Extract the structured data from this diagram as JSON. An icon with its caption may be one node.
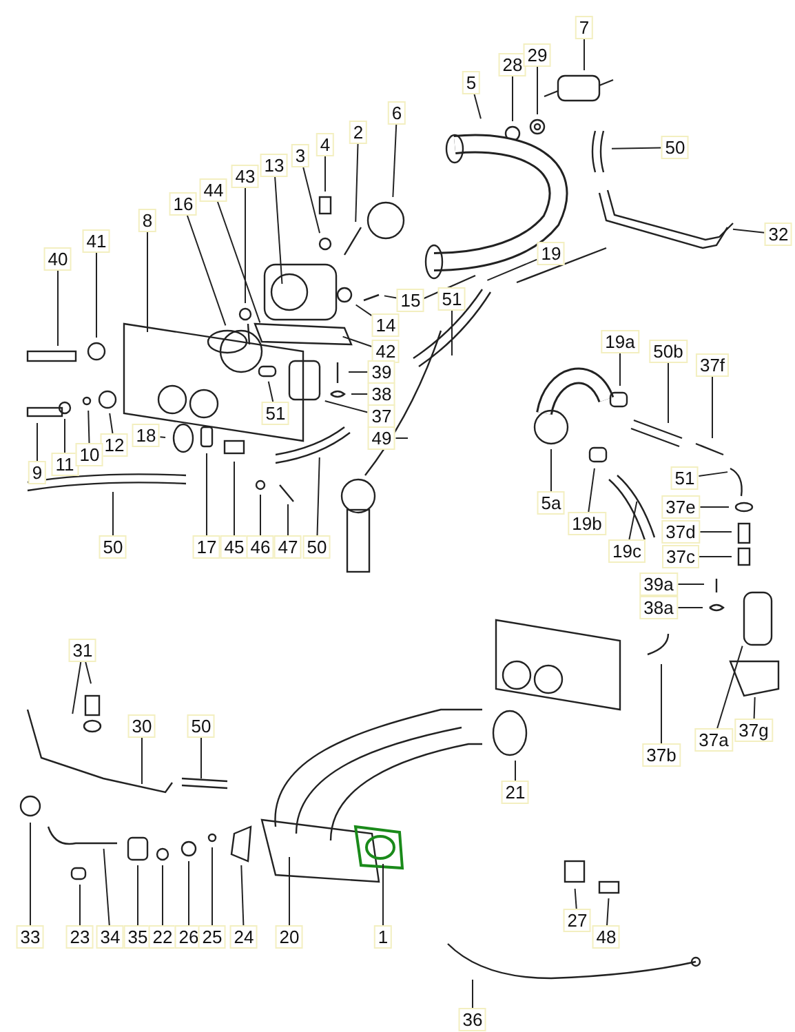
{
  "diagram": {
    "nodes": [
      {
        "text": [
          "7"
        ]
      },
      {
        "text": [
          "28"
        ]
      },
      {
        "text": [
          "29"
        ]
      },
      {
        "text": [
          "5"
        ]
      },
      {
        "text": [
          "6"
        ]
      },
      {
        "text": [
          "2"
        ]
      },
      {
        "text": [
          "50"
        ]
      },
      {
        "text": [
          "4"
        ]
      },
      {
        "text": [
          "3"
        ]
      },
      {
        "text": [
          "13"
        ]
      },
      {
        "text": [
          "43"
        ]
      },
      {
        "text": [
          "44"
        ]
      },
      {
        "text": [
          "16"
        ]
      },
      {
        "text": [
          "8"
        ]
      },
      {
        "text": [
          "32"
        ]
      },
      {
        "text": [
          "41"
        ]
      },
      {
        "text": [
          "40"
        ]
      },
      {
        "text": [
          "19"
        ]
      },
      {
        "text": [
          "14"
        ]
      },
      {
        "text": [
          "15"
        ]
      },
      {
        "text": [
          "51"
        ]
      },
      {
        "text": [
          "42"
        ]
      },
      {
        "text": [
          "39"
        ]
      },
      {
        "text": [
          "38"
        ]
      },
      {
        "text": [
          "37"
        ]
      },
      {
        "text": [
          "51"
        ]
      },
      {
        "text": [
          "12"
        ]
      },
      {
        "text": [
          "9"
        ]
      },
      {
        "text": [
          "11"
        ]
      },
      {
        "text": [
          "10"
        ]
      },
      {
        "text": [
          "18"
        ]
      },
      {
        "text": [
          "49"
        ]
      },
      {
        "text": [
          "19a"
        ]
      },
      {
        "text": [
          "50b"
        ]
      },
      {
        "text": [
          "37f"
        ]
      },
      {
        "text": [
          "51"
        ]
      },
      {
        "text": [
          "5a"
        ]
      },
      {
        "text": [
          "19b"
        ]
      },
      {
        "text": [
          "19c"
        ]
      },
      {
        "text": [
          "37e"
        ]
      },
      {
        "text": [
          "37d"
        ]
      },
      {
        "text": [
          "37c"
        ]
      },
      {
        "text": [
          "39a"
        ]
      },
      {
        "text": [
          "38a"
        ]
      },
      {
        "text": [
          "50"
        ]
      },
      {
        "text": [
          "17"
        ]
      },
      {
        "text": [
          "45"
        ]
      },
      {
        "text": [
          "46"
        ]
      },
      {
        "text": [
          "47"
        ]
      },
      {
        "text": [
          "50"
        ]
      },
      {
        "text": [
          "37a"
        ]
      },
      {
        "text": [
          "37g"
        ]
      },
      {
        "text": [
          "37b"
        ]
      },
      {
        "text": [
          "31"
        ]
      },
      {
        "text": [
          "30"
        ]
      },
      {
        "text": [
          "50"
        ]
      },
      {
        "text": [
          "21"
        ]
      },
      {
        "text": [
          "33"
        ]
      },
      {
        "text": [
          "23"
        ]
      },
      {
        "text": [
          "34"
        ]
      },
      {
        "text": [
          "35"
        ]
      },
      {
        "text": [
          "22"
        ]
      },
      {
        "text": [
          "26"
        ]
      },
      {
        "text": [
          "25"
        ]
      },
      {
        "text": [
          "24"
        ]
      },
      {
        "text": [
          "20"
        ]
      },
      {
        "text": [
          "1"
        ]
      },
      {
        "text": [
          "27"
        ]
      },
      {
        "text": [
          "48"
        ]
      },
      {
        "text": [
          "36"
        ]
      }
    ],
    "edges": [
      {
        "from": 0,
        "to": null,
        "arrow": "none"
      },
      {
        "from": 1,
        "to": null,
        "arrow": "none"
      },
      {
        "from": 2,
        "to": null,
        "arrow": "none"
      },
      {
        "from": 3,
        "to": null,
        "arrow": "none"
      },
      {
        "from": 4,
        "to": null,
        "arrow": "none"
      },
      {
        "from": 5,
        "to": null,
        "arrow": "none"
      },
      {
        "from": 6,
        "to": null,
        "arrow": "none"
      },
      {
        "from": 7,
        "to": null,
        "arrow": "none"
      },
      {
        "from": 8,
        "to": null,
        "arrow": "none"
      },
      {
        "from": 9,
        "to": null,
        "arrow": "none"
      },
      {
        "from": 10,
        "to": null,
        "arrow": "none"
      },
      {
        "from": 11,
        "to": null,
        "arrow": "none"
      },
      {
        "from": 12,
        "to": null,
        "arrow": "none"
      },
      {
        "from": 13,
        "to": null,
        "arrow": "none"
      },
      {
        "from": 14,
        "to": null,
        "arrow": "none"
      },
      {
        "from": 15,
        "to": null,
        "arrow": "none"
      },
      {
        "from": 16,
        "to": null,
        "arrow": "none"
      },
      {
        "from": 17,
        "to": null,
        "arrow": "none"
      },
      {
        "from": 18,
        "to": null,
        "arrow": "none"
      },
      {
        "from": 19,
        "to": null,
        "arrow": "none"
      },
      {
        "from": 20,
        "to": null,
        "arrow": "none"
      },
      {
        "from": 21,
        "to": null,
        "arrow": "none"
      },
      {
        "from": 22,
        "to": null,
        "arrow": "none"
      },
      {
        "from": 23,
        "to": null,
        "arrow": "none"
      },
      {
        "from": 24,
        "to": null,
        "arrow": "none"
      },
      {
        "from": 25,
        "to": null,
        "arrow": "none"
      },
      {
        "from": 26,
        "to": null,
        "arrow": "none"
      },
      {
        "from": 27,
        "to": null,
        "arrow": "none"
      },
      {
        "from": 28,
        "to": null,
        "arrow": "none"
      },
      {
        "from": 29,
        "to": null,
        "arrow": "none"
      },
      {
        "from": 30,
        "to": null,
        "arrow": "none"
      },
      {
        "from": 31,
        "to": null,
        "arrow": "none"
      },
      {
        "from": 32,
        "to": null,
        "arrow": "none"
      },
      {
        "from": 33,
        "to": null,
        "arrow": "none"
      },
      {
        "from": 34,
        "to": null,
        "arrow": "none"
      },
      {
        "from": 35,
        "to": null,
        "arrow": "none"
      },
      {
        "from": 36,
        "to": null,
        "arrow": "none"
      },
      {
        "from": 37,
        "to": null,
        "arrow": "none"
      },
      {
        "from": 38,
        "to": null,
        "arrow": "none"
      },
      {
        "from": 39,
        "to": null,
        "arrow": "none"
      },
      {
        "from": 40,
        "to": null,
        "arrow": "none"
      },
      {
        "from": 41,
        "to": null,
        "arrow": "none"
      },
      {
        "from": 42,
        "to": null,
        "arrow": "none"
      },
      {
        "from": 43,
        "to": null,
        "arrow": "none"
      },
      {
        "from": 44,
        "to": null,
        "arrow": "none"
      },
      {
        "from": 45,
        "to": null,
        "arrow": "none"
      },
      {
        "from": 46,
        "to": null,
        "arrow": "none"
      },
      {
        "from": 47,
        "to": null,
        "arrow": "none"
      },
      {
        "from": 48,
        "to": null,
        "arrow": "none"
      },
      {
        "from": 49,
        "to": null,
        "arrow": "none"
      },
      {
        "from": 50,
        "to": null,
        "arrow": "none"
      },
      {
        "from": 51,
        "to": null,
        "arrow": "none"
      },
      {
        "from": 52,
        "to": null,
        "arrow": "none"
      },
      {
        "from": 53,
        "to": null,
        "arrow": "none"
      },
      {
        "from": 53,
        "to": null,
        "arrow": "none"
      },
      {
        "from": 54,
        "to": null,
        "arrow": "none"
      },
      {
        "from": 55,
        "to": null,
        "arrow": "none"
      },
      {
        "from": 56,
        "to": null,
        "arrow": "none"
      },
      {
        "from": 57,
        "to": null,
        "arrow": "none"
      },
      {
        "from": 58,
        "to": null,
        "arrow": "none"
      },
      {
        "from": 59,
        "to": null,
        "arrow": "none"
      },
      {
        "from": 60,
        "to": null,
        "arrow": "none"
      },
      {
        "from": 61,
        "to": null,
        "arrow": "none"
      },
      {
        "from": 62,
        "to": null,
        "arrow": "none"
      },
      {
        "from": 63,
        "to": null,
        "arrow": "none"
      },
      {
        "from": 64,
        "to": null,
        "arrow": "none"
      },
      {
        "from": 65,
        "to": null,
        "arrow": "none"
      },
      {
        "from": 66,
        "to": null,
        "arrow": "none"
      },
      {
        "from": 67,
        "to": null,
        "arrow": "none"
      },
      {
        "from": 68,
        "to": null,
        "arrow": "none"
      },
      {
        "from": 69,
        "to": null,
        "arrow": "none"
      }
    ]
  }
}
